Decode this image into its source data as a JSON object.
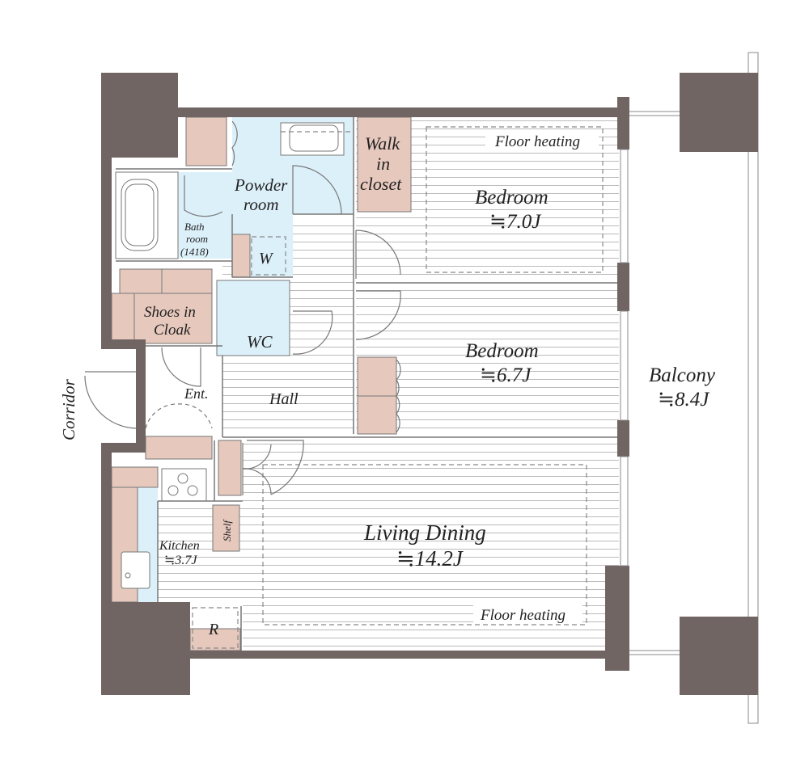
{
  "rooms": {
    "bedroom1": {
      "name": "Bedroom",
      "size": "≒7.0J",
      "note": "Floor heating"
    },
    "bedroom2": {
      "name": "Bedroom",
      "size": "≒6.7J"
    },
    "living": {
      "name": "Living Dining",
      "size": "≒14.2J",
      "note": "Floor heating"
    },
    "balcony": {
      "name": "Balcony",
      "size": "≒8.4J"
    },
    "kitchen": {
      "name": "Kitchen",
      "size": "≒3.7J"
    },
    "walk_in_closet": {
      "line1": "Walk",
      "line2": "in",
      "line3": "closet"
    },
    "powder_room": {
      "line1": "Powder",
      "line2": "room"
    },
    "bath_room": {
      "line1": "Bath",
      "line2": "room",
      "line3": "(1418)"
    },
    "washer": "W",
    "wc": "WC",
    "shoes_in_cloak": {
      "line1": "Shoes in",
      "line2": "Cloak"
    },
    "entrance": "Ent.",
    "hall": "Hall",
    "shelf": "Shelf",
    "refrigerator": "R",
    "corridor": "Corridor"
  },
  "colors": {
    "wall": "#716563",
    "storage": "#e6c8bd",
    "wet_area": "#dcf0fa"
  }
}
